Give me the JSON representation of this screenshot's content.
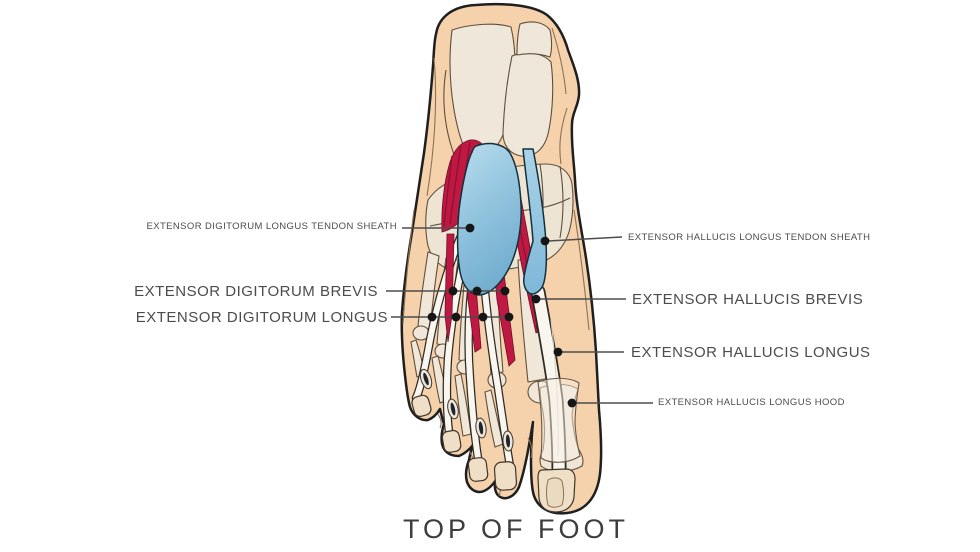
{
  "title": "TOP OF FOOT",
  "labels": {
    "left": [
      {
        "text": "EXTENSOR DIGITORUM LONGUS TENDON SHEATH",
        "size": "small"
      },
      {
        "text": "EXTENSOR DIGITORUM BREVIS",
        "size": "large"
      },
      {
        "text": "EXTENSOR DIGITORUM LONGUS",
        "size": "large"
      }
    ],
    "right": [
      {
        "text": "EXTENSOR HALLUCIS LONGUS TENDON SHEATH",
        "size": "small"
      },
      {
        "text": "EXTENSOR HALLUCIS BREVIS",
        "size": "large"
      },
      {
        "text": "EXTENSOR HALLUCIS LONGUS",
        "size": "large"
      },
      {
        "text": "EXTENSOR HALLUCIS LONGUS HOOD",
        "size": "small"
      }
    ]
  },
  "colors": {
    "background": "#FFFFFF",
    "skin": "#F5D2AB",
    "skin_outline": "#1f1f1f",
    "bone": "#EDE4D4",
    "bone_line": "#5f4f3e",
    "muscle_red": "#BE1843",
    "muscle_red_dark": "#8E1233",
    "sheath_blue": "#8FC2DD",
    "sheath_blue_light": "#B9DDEF",
    "tendon_white": "#F9F5EF",
    "label_text": "#4C4C4C",
    "leader_line": "#4D4D4D",
    "callout_dot": "#161616",
    "title_text": "#3D3D3D"
  }
}
